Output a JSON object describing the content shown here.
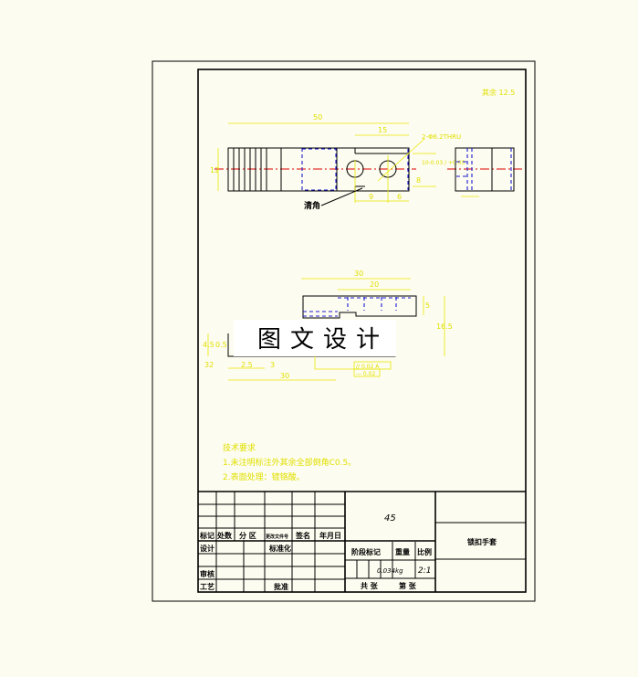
{
  "drawing": {
    "roughness": "其余 12.5",
    "front_view": {
      "dim_length": "50",
      "dim_slot": "15",
      "dim_height": "12",
      "hole_callout": "2-Φ6.2THRU",
      "dim_hole_spacing": "9",
      "dim_hole_edge": "6",
      "dim_slot_depth": "8",
      "tolerance": "10-0.03 / +0.05",
      "chamfer_label": "清角"
    },
    "bottom_view": {
      "dim_top_overall": "30",
      "dim_top_inner": "20",
      "dim_step": "5",
      "dim_height": "16.5",
      "dim_left_a": "4.5",
      "dim_left_b": "0.5",
      "dim_pitch": "2.5",
      "dim_groove": "3",
      "dim_bottom": "30",
      "dim_small": "32",
      "gdt_row1": "// 0.02 A",
      "gdt_row2": "— 0.02"
    },
    "watermark": "图文设计",
    "tech_requirements": {
      "title": "技术要求",
      "items": [
        "1.未注明标注外其余全部倒角C0.5。",
        "2.表面处理：镀铬酸。"
      ]
    }
  },
  "title_block": {
    "material": "45",
    "part_name": "锁扣手套",
    "headers": [
      "标记",
      "处数",
      "分 区",
      "更改文件号",
      "签名",
      "年月日"
    ],
    "design": "设计",
    "standardize": "标准化",
    "review": "审核",
    "process": "工艺",
    "approve": "批准",
    "stage_mark": "阶段标记",
    "weight_label": "重量",
    "scale_label": "比例",
    "weight": "0.034kg",
    "scale": "2:1",
    "sheets_total": "共   张",
    "sheet_no": "第   张"
  }
}
